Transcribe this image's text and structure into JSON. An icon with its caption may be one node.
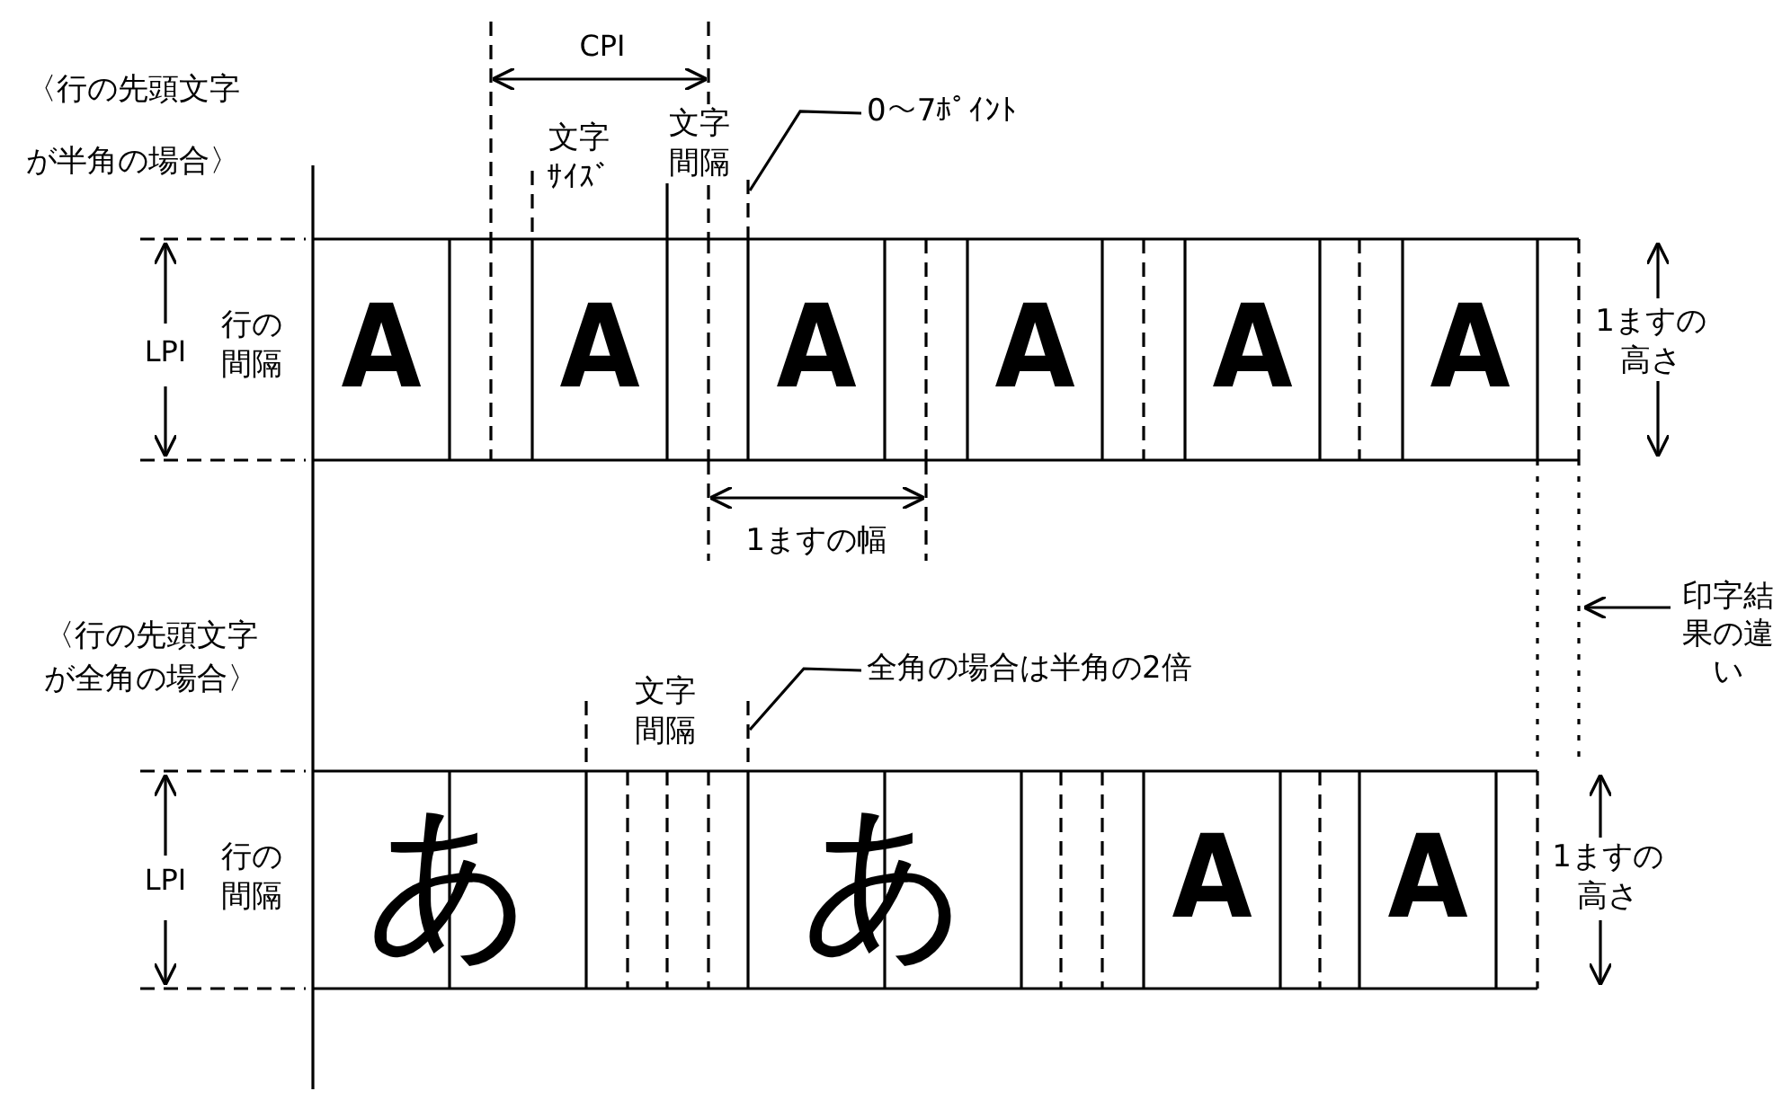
{
  "diagram": {
    "nodes": [
      {
        "text": [
          "0～7ﾎﾟｲﾝﾄ"
        ]
      },
      {
        "text": [
          "全角の場合は半角の2倍"
        ]
      },
      {
        "text": [
          "印字結果の違い"
        ]
      }
    ],
    "edges": [
      {
        "from": 0,
        "to": null,
        "arrow": "none"
      },
      {
        "from": 1,
        "to": null,
        "arrow": "none"
      },
      {
        "from": 2,
        "to": null,
        "arrow": "to"
      }
    ],
    "labels": [
      "〈行の先頭文字が半角の場合〉",
      "CPI",
      "文字ｻｲｽﾞ",
      "文字間隔",
      "LPI",
      "行の間隔",
      "A",
      "A",
      "A",
      "A",
      "A",
      "A",
      "1ますの高さ",
      "1ますの幅",
      "〈行の先頭文字が全角の場合〉",
      "文字間隔",
      "LPI",
      "行の間隔",
      "あ",
      "あ",
      "A",
      "A",
      "1ますの高さ"
    ]
  }
}
